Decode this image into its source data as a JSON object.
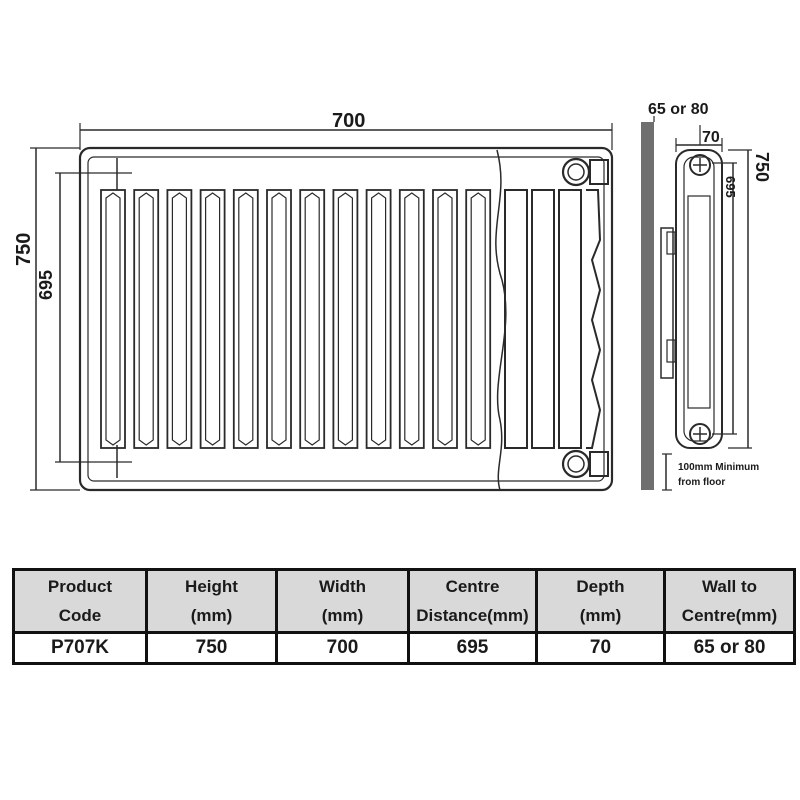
{
  "front_view": {
    "width_label": "700",
    "height_label": "750",
    "centre_label": "695"
  },
  "side_view": {
    "wall_label": "65 or 80",
    "depth_label": "70",
    "height_label": "750",
    "centre_label": "695",
    "floor_note_line1": "100mm Minimum",
    "floor_note_line2": "from floor"
  },
  "spec_table": {
    "headers": [
      [
        "Product",
        "Code"
      ],
      [
        "Height",
        "(mm)"
      ],
      [
        "Width",
        "(mm)"
      ],
      [
        "Centre",
        "Distance(mm)"
      ],
      [
        "Depth",
        "(mm)"
      ],
      [
        "Wall to",
        "Centre(mm)"
      ]
    ],
    "row": [
      "P707K",
      "750",
      "700",
      "695",
      "70",
      "65 or 80"
    ]
  }
}
